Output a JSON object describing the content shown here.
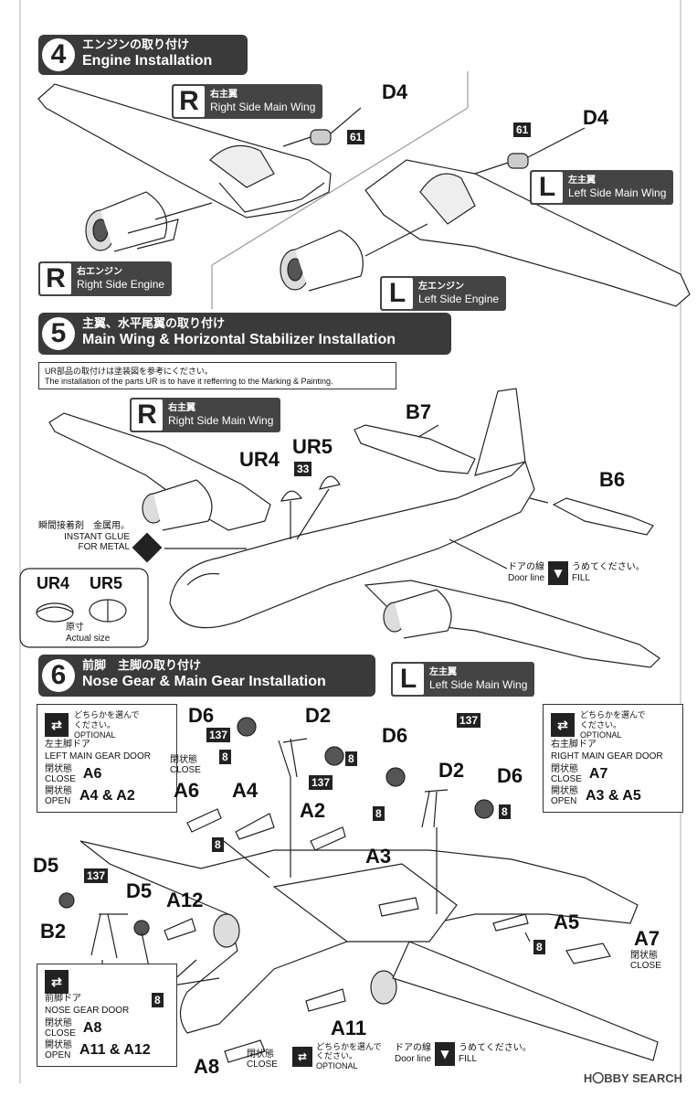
{
  "step4": {
    "num": "4",
    "jp": "エンジンの取り付け",
    "en": "Engine Installation"
  },
  "step5": {
    "num": "5",
    "jp": "主翼、水平尾翼の取り付け",
    "en": "Main Wing & Horizontal Stabilizer Installation"
  },
  "step6": {
    "num": "6",
    "jp": "前脚　主脚の取り付け",
    "en": "Nose Gear & Main Gear Installation"
  },
  "labels": {
    "r_wing_jp": "右主翼",
    "r_wing_en": "Right Side Main Wing",
    "l_wing_jp": "左主翼",
    "l_wing_en": "Left Side Main Wing",
    "r_eng_jp": "右エンジン",
    "r_eng_en": "Right Side Engine",
    "l_eng_jp": "左エンジン",
    "l_eng_en": "Left Side Engine",
    "R": "R",
    "L": "L"
  },
  "parts": {
    "D4": "D4",
    "D4b": "D4",
    "p61": "61",
    "p61b": "61",
    "B7": "B7",
    "B6": "B6",
    "UR4": "UR4",
    "UR5": "UR5",
    "p33": "33",
    "D6": "D6",
    "D2": "D2",
    "D6b": "D6",
    "D2b": "D2",
    "D6c": "D6",
    "p137": "137",
    "p137b": "137",
    "p137c": "137",
    "p137d": "137",
    "A6": "A6",
    "A4": "A4",
    "A2": "A2",
    "A3": "A3",
    "A5": "A5",
    "A7": "A7",
    "D5": "D5",
    "D5b": "D5",
    "A12": "A12",
    "B2": "B2",
    "A11": "A11",
    "A8": "A8",
    "p8": "8"
  },
  "notes": {
    "ur_jp": "UR部品の取付けは塗装図を参考にください。",
    "ur_en": "The installation of the parts UR is to have it refferring to the Marking & Painting.",
    "glue_jp": "瞬間接着剤　金属用。",
    "glue_en1": "INSTANT  GLUE",
    "glue_en2": "FOR METAL",
    "door_jp": "ドアの線",
    "door_en": "Door line",
    "fill_jp": "うめてください。",
    "fill_en": "FILL",
    "actual_jp": "原寸",
    "actual_en": "Actual size",
    "close_jp": "閉状態",
    "close_en": "CLOSE"
  },
  "opt_left": {
    "l1": "どちらかを選んで",
    "l2": "ください。",
    "l3": "OPTIONAL",
    "jp": "左主脚ドア",
    "en": "LEFT MAIN GEAR DOOR",
    "close_k1": "閉状態",
    "close_k2": "CLOSE",
    "close_v": "A6",
    "open_k1": "開状態",
    "open_k2": "OPEN",
    "open_v": "A4 & A2"
  },
  "opt_right": {
    "l1": "どちらかを選んで",
    "l2": "ください。",
    "l3": "OPTIONAL",
    "jp": "右主脚ドア",
    "en": "RIGHT MAIN GEAR DOOR",
    "close_k1": "閉状態",
    "close_k2": "CLOSE",
    "close_v": "A7",
    "open_k1": "開状態",
    "open_k2": "OPEN",
    "open_v": "A3 & A5"
  },
  "opt_nose": {
    "jp": "前脚ドア",
    "en": "NOSE GEAR DOOR",
    "close_k1": "閉状態",
    "close_k2": "CLOSE",
    "close_v": "A8",
    "open_k1": "開状態",
    "open_k2": "OPEN",
    "open_v": "A11 & A12"
  },
  "opt_bottom": {
    "l1": "どちらかを選んで",
    "l2": "ください。",
    "l3": "OPTIONAL"
  },
  "watermark": "H〇BBY SEARCH",
  "colors": {
    "header": "#3a3a3a",
    "line": "#222222"
  }
}
